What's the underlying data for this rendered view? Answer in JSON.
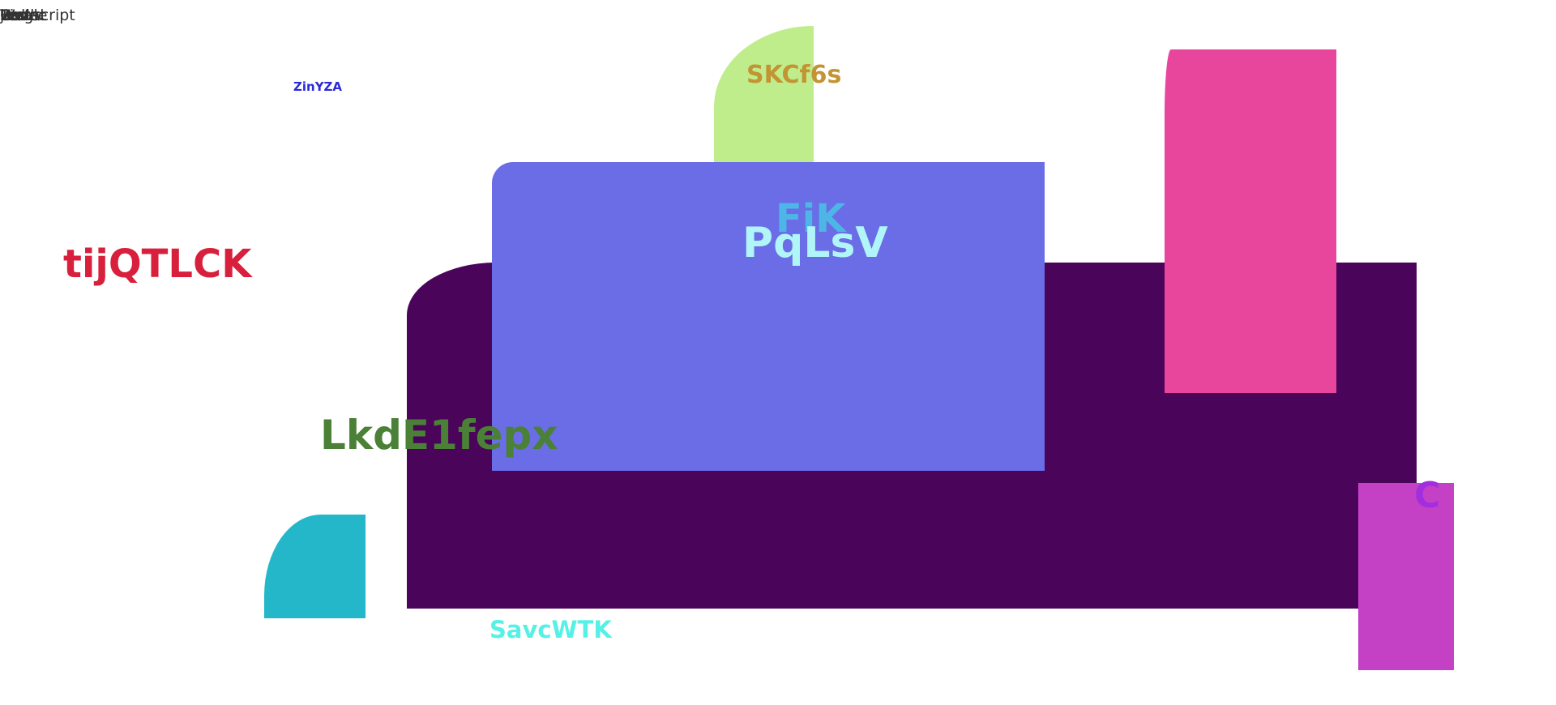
{
  "corner_text": {
    "items": [
      "Hello",
      "World",
      "javascript",
      "Foo",
      "Bar",
      "Single",
      "Test",
      "Code"
    ]
  },
  "labels": {
    "zinyza": "ZinYZA",
    "skcf6s": "SKCf6s",
    "fik": "FiK",
    "pqlsv": "PqLsV",
    "tijqtlck": "tijQTLCK",
    "lkde1fepx": "LkdE1fepx",
    "c": "C",
    "savcwtk": "SavcWTK"
  },
  "colors": {
    "dark_purple": "#4a045a",
    "periwinkle": "#6a6de6",
    "lime": "#c0ed8c",
    "pink": "#e8459c",
    "magenta": "#c441c6",
    "cyan": "#23b7c9"
  }
}
